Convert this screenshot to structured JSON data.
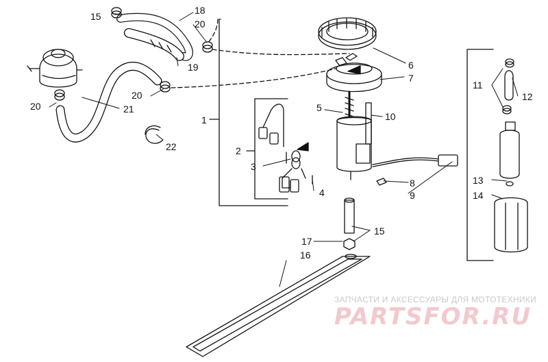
{
  "callouts": {
    "c1": "1",
    "c2": "2",
    "c3": "3",
    "c4": "4",
    "c5": "5",
    "c6": "6",
    "c7": "7",
    "c8": "8",
    "c9": "9",
    "c10": "10",
    "c11": "11",
    "c12": "12",
    "c13": "13",
    "c14": "14",
    "c15a": "15",
    "c15b": "15",
    "c16": "16",
    "c17": "17",
    "c18": "18",
    "c19": "19",
    "c20a": "20",
    "c20b": "20",
    "c20c": "20",
    "c21": "21",
    "c22": "22"
  },
  "watermark": {
    "tagline": "ЗАПЧАСТИ И АКСЕССУАРЫ ДЛЯ МОТОТЕХНИКИ",
    "brand": "PARTSFOR.RU",
    "color": "#e8a1a8"
  }
}
